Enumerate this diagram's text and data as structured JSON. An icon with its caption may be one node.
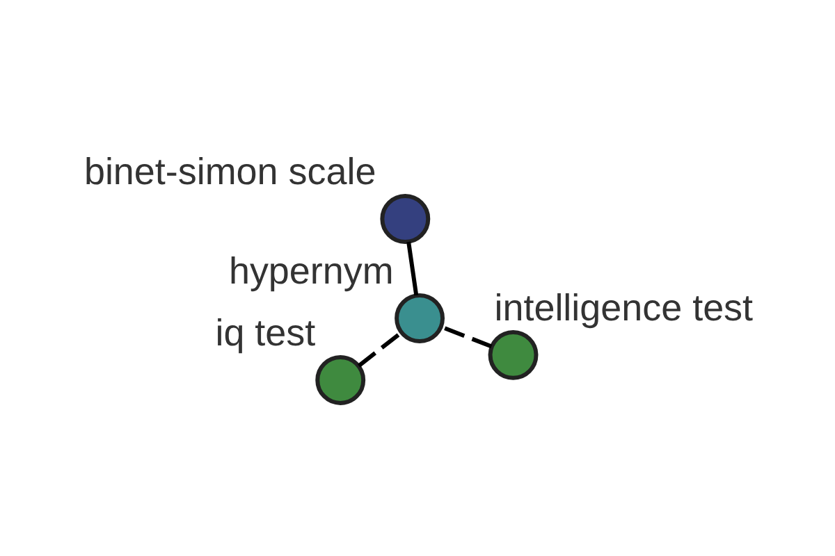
{
  "diagram": {
    "nodes": [
      {
        "text": [
          "iq test"
        ]
      },
      {
        "text": [
          "intelligence test"
        ]
      },
      {
        "text": [
          "hypernym"
        ]
      },
      {
        "text": [
          "binet-simon scale"
        ]
      }
    ],
    "edges": [
      {
        "from": 0,
        "to": 2,
        "arrow": "none",
        "style": "dashed"
      },
      {
        "from": 1,
        "to": 2,
        "arrow": "none",
        "style": "dashed"
      },
      {
        "from": 2,
        "to": 3,
        "arrow": "none"
      }
    ]
  }
}
